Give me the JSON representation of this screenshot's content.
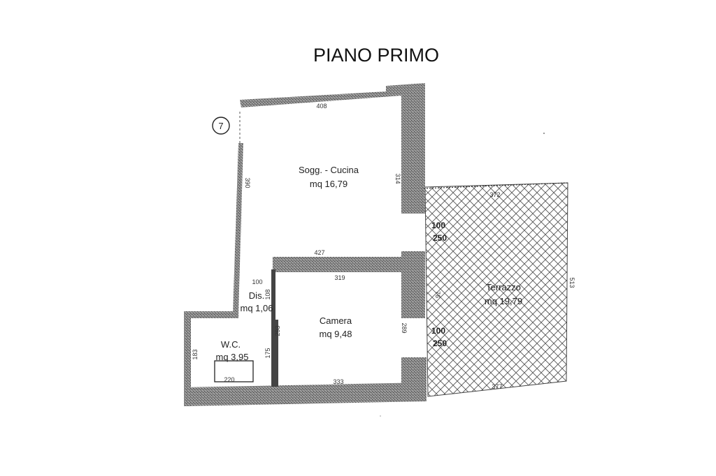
{
  "title": "PIANO PRIMO",
  "unit_marker": "7",
  "rooms": [
    {
      "name": "Sogg. - Cucina",
      "area": "mq 16,79"
    },
    {
      "name": "Dis.",
      "area": "mq 1,06"
    },
    {
      "name": "Camera",
      "area": "mq 9,48"
    },
    {
      "name": "W.C.",
      "area": "mq 3,95"
    },
    {
      "name": "Terrazzo",
      "area": "mq 19,79"
    }
  ],
  "dimensions": {
    "soggiorno_top": "408",
    "soggiorno_left": "390",
    "soggiorno_right": "314",
    "partition_top": "427",
    "camera_top": "319",
    "dis_width": "100",
    "dis_height": "108",
    "camera_left": "293",
    "camera_right": "289",
    "camera_bottom": "333",
    "wc_left": "183",
    "wc_right": "175",
    "wc_fixture": "220",
    "terrace_top": "372",
    "terrace_right": "513",
    "terrace_bottom": "377",
    "terrace_left": "76",
    "opening1_width": "100",
    "opening1_height": "250",
    "opening2_width": "100",
    "opening2_height": "250"
  },
  "colors": {
    "wall": "#6e6e6e",
    "hatch": "#555555",
    "ink": "#222222"
  }
}
